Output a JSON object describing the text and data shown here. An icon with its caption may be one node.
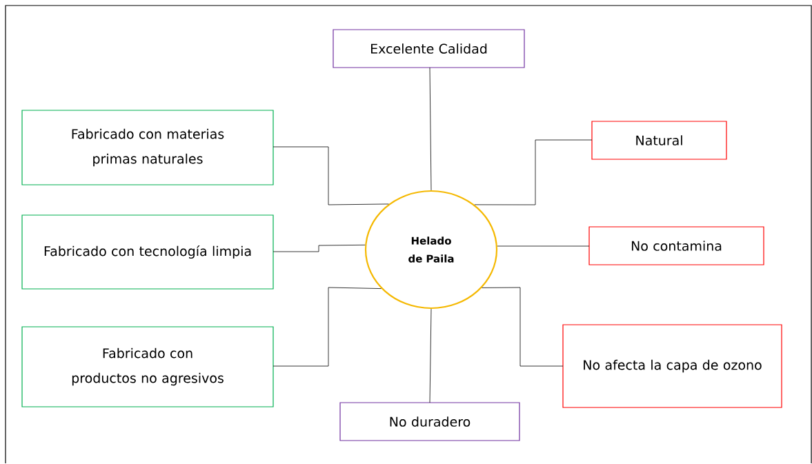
{
  "diagram": {
    "nodes": [
      {
        "text": [
          "Helado de Paila"
        ]
      },
      {
        "text": [
          "Excelente Calidad"
        ]
      },
      {
        "text": [
          "Fabricado con materias primas naturales"
        ]
      },
      {
        "text": [
          "Natural"
        ]
      },
      {
        "text": [
          "Fabricado con tecnología limpia"
        ]
      },
      {
        "text": [
          "No contamina"
        ]
      },
      {
        "text": [
          "Fabricado con productos no agresivos"
        ]
      },
      {
        "text": [
          "No afecta la capa de ozono"
        ]
      },
      {
        "text": [
          "No duradero"
        ]
      }
    ],
    "edges": [
      {
        "from": 0,
        "to": 1,
        "arrow": "none"
      },
      {
        "from": 0,
        "to": 2,
        "arrow": "none"
      },
      {
        "from": 0,
        "to": 3,
        "arrow": "none"
      },
      {
        "from": 0,
        "to": 4,
        "arrow": "none"
      },
      {
        "from": 0,
        "to": 5,
        "arrow": "none"
      },
      {
        "from": 0,
        "to": 6,
        "arrow": "none"
      },
      {
        "from": 0,
        "to": 7,
        "arrow": "none"
      },
      {
        "from": 0,
        "to": 8,
        "arrow": "none"
      }
    ]
  }
}
